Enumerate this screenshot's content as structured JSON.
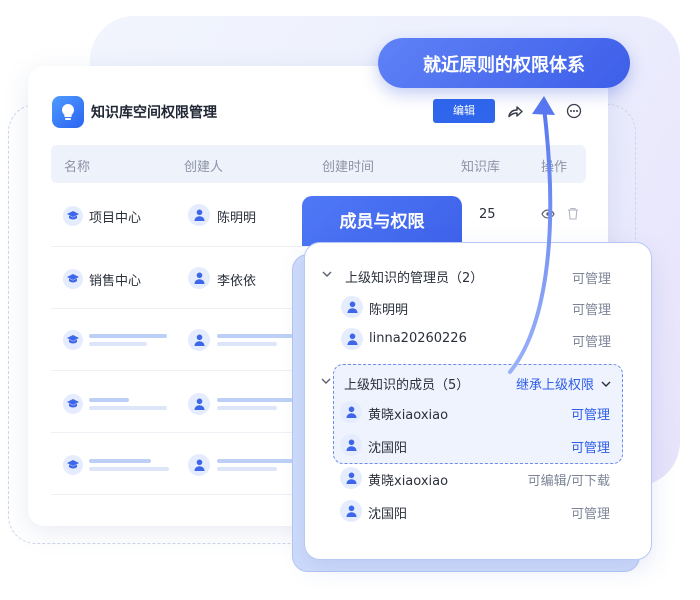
{
  "hero": {
    "principle": "就近原则的权限体系"
  },
  "card": {
    "title": "知识库空间权限管理",
    "edit_label": "编辑",
    "columns": [
      "名称",
      "创建人",
      "创建时间",
      "知识库",
      "操作"
    ],
    "rows": [
      {
        "name": "项目中心",
        "creator": "陈明明",
        "count": "25"
      },
      {
        "name": "销售中心",
        "creator": "李依依",
        "count": ""
      }
    ]
  },
  "panel": {
    "tab_label": "成员与权限",
    "admin_group": {
      "title": "上级知识的管理员（2）",
      "permission": "可管理",
      "members": [
        {
          "name": "陈明明",
          "permission": "可管理"
        },
        {
          "name": "linna20260226",
          "permission": "可管理"
        }
      ]
    },
    "member_group": {
      "title": "上级知识的成员（5）",
      "inherit_label": "继承上级权限",
      "highlighted_members": [
        {
          "name": "黄晓xiaoxiao",
          "permission": "可管理"
        },
        {
          "name": "沈国阳",
          "permission": "可管理"
        }
      ],
      "members": [
        {
          "name": "黄晓xiaoxiao",
          "permission": "可编辑/可下载"
        },
        {
          "name": "沈国阳",
          "permission": "可管理"
        }
      ]
    }
  },
  "colors": {
    "accent": "#2f66ec",
    "accent_light": "#e4ecfd",
    "text": "#2a2f3a",
    "muted": "#7d8597"
  },
  "icons": [
    "bulb-icon",
    "share-icon",
    "more-icon",
    "graduation-cap-icon",
    "person-icon",
    "chevron-down-icon",
    "eye-icon",
    "trash-icon"
  ]
}
